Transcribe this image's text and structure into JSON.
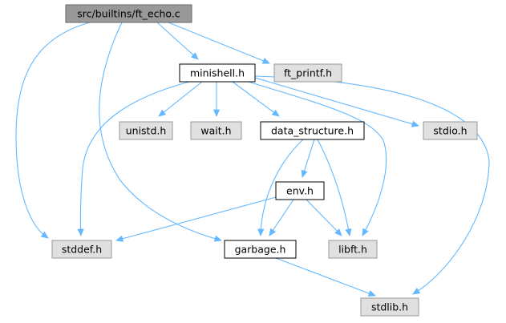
{
  "graph": {
    "nodes": {
      "ft_echo": "src/builtins/ft_echo.c",
      "minishell": "minishell.h",
      "ft_printf": "ft_printf.h",
      "unistd": "unistd.h",
      "wait": "wait.h",
      "data_structure": "data_structure.h",
      "stdio": "stdio.h",
      "env": "env.h",
      "stddef": "stddef.h",
      "garbage": "garbage.h",
      "libft": "libft.h",
      "stdlib": "stdlib.h"
    },
    "edges": [
      [
        "ft_echo",
        "minishell"
      ],
      [
        "ft_echo",
        "ft_printf"
      ],
      [
        "ft_echo",
        "stddef"
      ],
      [
        "ft_echo",
        "garbage"
      ],
      [
        "minishell",
        "stddef"
      ],
      [
        "minishell",
        "unistd"
      ],
      [
        "minishell",
        "wait"
      ],
      [
        "minishell",
        "data_structure"
      ],
      [
        "minishell",
        "libft"
      ],
      [
        "minishell",
        "stdio"
      ],
      [
        "minishell",
        "stdlib"
      ],
      [
        "data_structure",
        "env"
      ],
      [
        "data_structure",
        "garbage"
      ],
      [
        "data_structure",
        "libft"
      ],
      [
        "env",
        "stddef"
      ],
      [
        "env",
        "garbage"
      ],
      [
        "env",
        "libft"
      ],
      [
        "garbage",
        "stdlib"
      ]
    ]
  }
}
